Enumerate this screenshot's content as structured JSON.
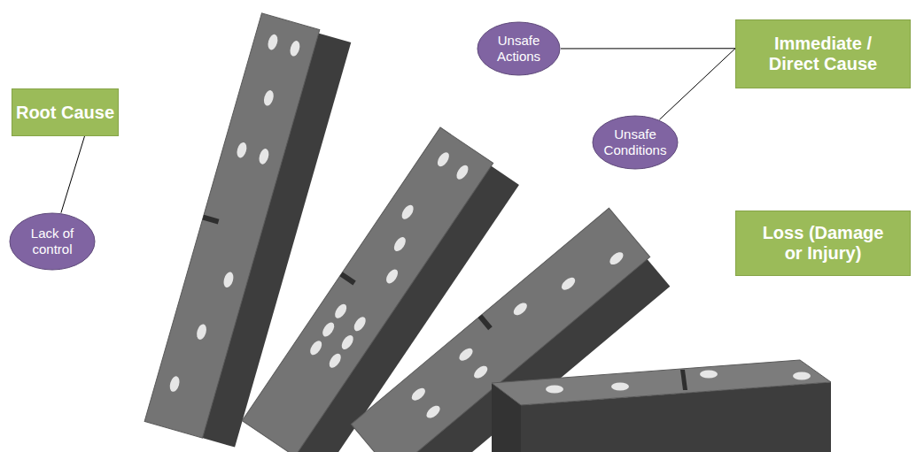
{
  "diagram": {
    "nodes": [
      {
        "text": [
          "Root Cause"
        ]
      },
      {
        "text": [
          "Lack of control"
        ]
      },
      {
        "text": [
          "Unsafe Actions"
        ]
      },
      {
        "text": [
          "Immediate / Direct Cause"
        ]
      },
      {
        "text": [
          "Unsafe Conditions"
        ]
      },
      {
        "text": [
          "Loss (Damage or Injury)"
        ]
      }
    ],
    "edges": [
      {
        "from": 0,
        "to": 1,
        "arrow": "none"
      },
      {
        "from": 2,
        "to": 3,
        "arrow": "none"
      },
      {
        "from": 4,
        "to": 3,
        "arrow": "none"
      }
    ]
  }
}
